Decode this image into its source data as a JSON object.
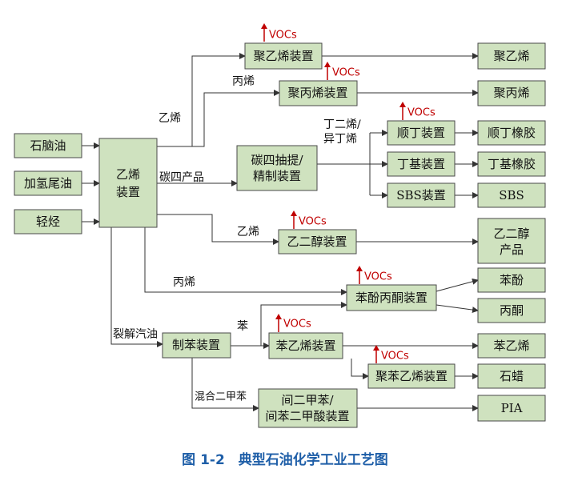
{
  "caption": "图 1-2　典型石油化学工业工艺图",
  "feeds": [
    "石脑油",
    "加氢尾油",
    "轻烃"
  ],
  "center_unit": [
    "乙烯",
    "装置"
  ],
  "units": {
    "pe": "聚乙烯装置",
    "pp": "聚丙烯装置",
    "c4": [
      "碳四抽提/",
      "精制装置"
    ],
    "bd_rubber": "顺丁装置",
    "butyl": "丁基装置",
    "sbs": "SBS装置",
    "eg": "乙二醇装置",
    "phenol": "苯酚丙酮装置",
    "benzene": "制苯装置",
    "styrene": "苯乙烯装置",
    "ps": "聚苯乙烯装置",
    "pia": [
      "间二甲苯/",
      "间苯二甲酸装置"
    ]
  },
  "products": {
    "pe": "聚乙烯",
    "pp": "聚丙烯",
    "bd_rubber": "顺丁橡胶",
    "butyl": "丁基橡胶",
    "sbs": "SBS",
    "eg": [
      "乙二醇",
      "产品"
    ],
    "phenol": "苯酚",
    "acetone": "丙酮",
    "styrene": "苯乙烯",
    "wax": "石蜡",
    "pia": "PIA"
  },
  "flow_labels": {
    "ethylene_pe": "乙烯",
    "propylene_pp": "丙烯",
    "c4_products": "碳四产品",
    "butadiene": [
      "丁二烯/",
      "异丁烯"
    ],
    "ethylene_eg": "乙烯",
    "propylene_phenol": "丙烯",
    "cracked_gasoline": "裂解汽油",
    "benzene": "苯",
    "mixed_xylene": "混合二甲苯"
  },
  "emission_label": "VOCs"
}
